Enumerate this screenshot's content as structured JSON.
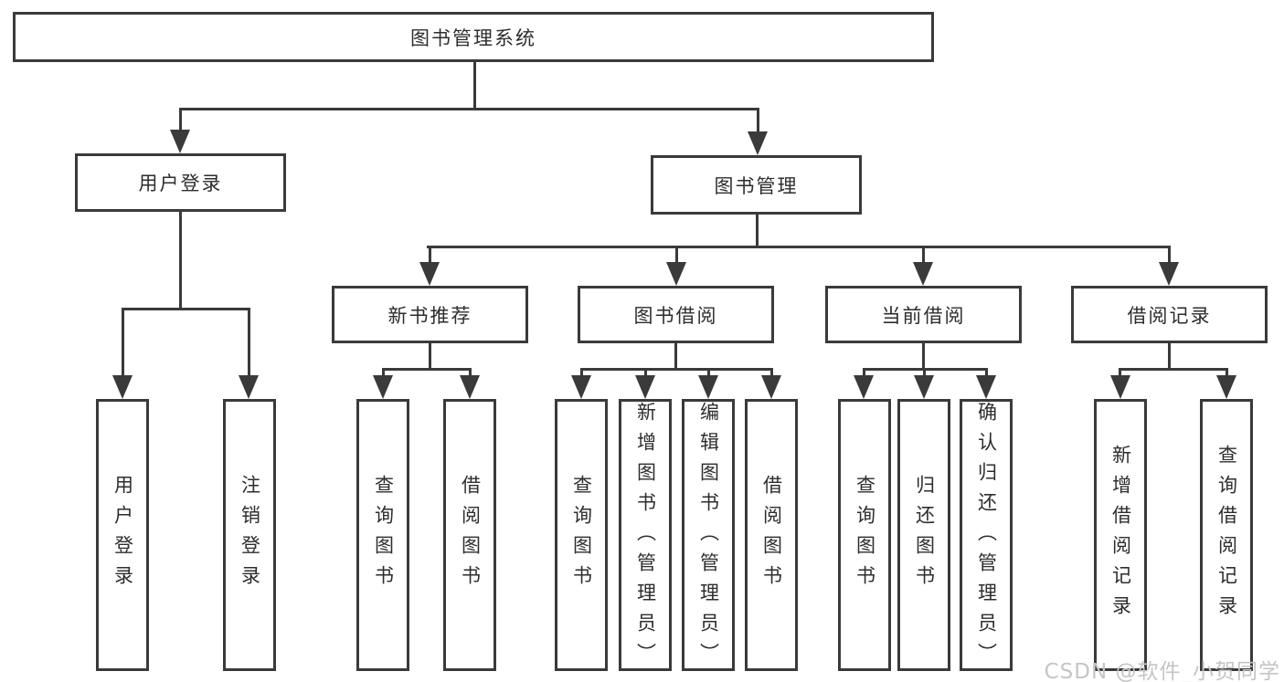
{
  "colors": {
    "line": "#3a3a3a",
    "text": "#2d2d2d",
    "watermark": "#c5c5c5",
    "background": "#ffffff"
  },
  "watermark": "CSDN @软件_小贺同学",
  "tree": {
    "root": {
      "label": "图书管理系统",
      "children": [
        {
          "label": "用户登录",
          "children": [
            {
              "label": "用户登录"
            },
            {
              "label": "注销登录"
            }
          ]
        },
        {
          "label": "图书管理",
          "children": [
            {
              "label": "新书推荐",
              "children": [
                {
                  "label": "查询图书"
                },
                {
                  "label": "借阅图书"
                }
              ]
            },
            {
              "label": "图书借阅",
              "children": [
                {
                  "label": "查询图书"
                },
                {
                  "label": "新增图书（管理员）"
                },
                {
                  "label": "编辑图书（管理员）"
                },
                {
                  "label": "借阅图书"
                }
              ]
            },
            {
              "label": "当前借阅",
              "children": [
                {
                  "label": "查询图书"
                },
                {
                  "label": "归还图书"
                },
                {
                  "label": "确认归还（管理员）"
                }
              ]
            },
            {
              "label": "借阅记录",
              "children": [
                {
                  "label": "新增借阅记录"
                },
                {
                  "label": "查询借阅记录"
                }
              ]
            }
          ]
        }
      ]
    }
  }
}
